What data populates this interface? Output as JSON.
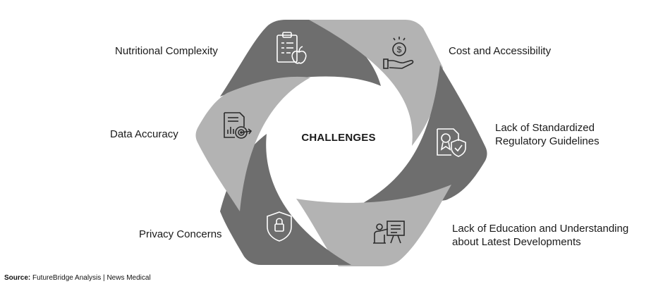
{
  "center_label": "CHALLENGES",
  "segments": [
    {
      "label": "Nutritional  Complexity",
      "icon": "clipboard-apple-icon",
      "color": "#6e6e6e"
    },
    {
      "label": "Cost and Accessibility",
      "icon": "hand-coin-icon",
      "color": "#b3b3b3"
    },
    {
      "label_line1": "Lack of Standardized",
      "label_line2": "Regulatory  Guidelines",
      "icon": "certificate-shield-icon",
      "color": "#6e6e6e"
    },
    {
      "label_line1": "Lack of Education and Understanding",
      "label_line2": "about Latest Developments",
      "icon": "presenter-board-icon",
      "color": "#b3b3b3"
    },
    {
      "label": "Privacy  Concerns",
      "icon": "shield-lock-icon",
      "color": "#6e6e6e"
    },
    {
      "label": "Data Accuracy",
      "icon": "report-target-icon",
      "color": "#b3b3b3"
    }
  ],
  "source": {
    "prefix": "Source:",
    "text": " FutureBridge Analysis | News Medical"
  }
}
